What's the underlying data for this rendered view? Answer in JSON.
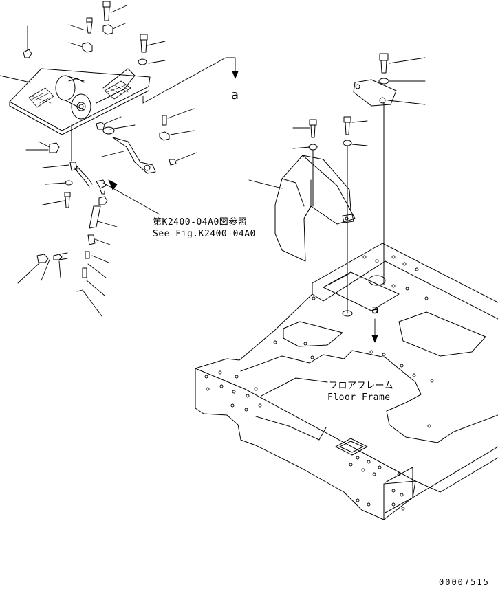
{
  "reference": {
    "jp": "第K2400-04A0図参照",
    "en": "See Fig.K2400-04A0"
  },
  "view_marks": {
    "upper": "a",
    "lower": "a"
  },
  "floor_frame": {
    "jp": "フロアフレーム",
    "en": "Floor Frame"
  },
  "drawing_number": "00007515"
}
